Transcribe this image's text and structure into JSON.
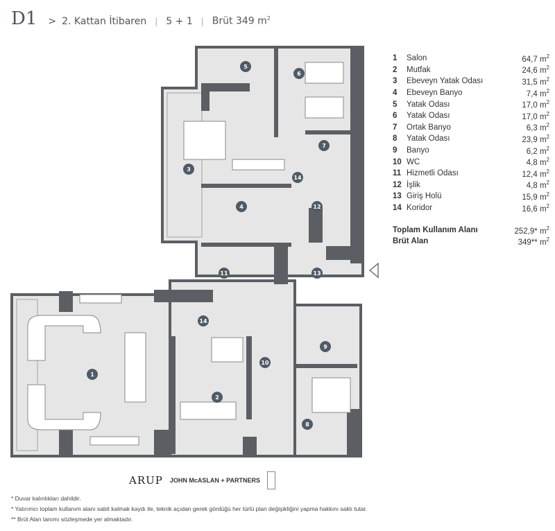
{
  "header": {
    "unit": "D1",
    "chevron": ">",
    "floor": "2. Kattan İtibaren",
    "rooms": "5 + 1",
    "gross": "Brüt 349 m",
    "gross_sup": "2",
    "sep": "|"
  },
  "legend": {
    "rows": [
      {
        "n": "1",
        "label": "Salon",
        "value": "64,7 m"
      },
      {
        "n": "2",
        "label": "Mutfak",
        "value": "24,6 m"
      },
      {
        "n": "3",
        "label": "Ebeveyn Yatak Odası",
        "value": "31,5 m"
      },
      {
        "n": "4",
        "label": "Ebeveyn Banyo",
        "value": "7,4 m"
      },
      {
        "n": "5",
        "label": "Yatak Odası",
        "value": "17,0 m"
      },
      {
        "n": "6",
        "label": "Yatak Odası",
        "value": "17,0 m"
      },
      {
        "n": "7",
        "label": "Ortak Banyo",
        "value": "6,3 m"
      },
      {
        "n": "8",
        "label": "Yatak Odası",
        "value": "23,9 m"
      },
      {
        "n": "9",
        "label": "Banyo",
        "value": "6,2 m"
      },
      {
        "n": "10",
        "label": "WC",
        "value": "4,8 m"
      },
      {
        "n": "11",
        "label": "Hizmetli Odası",
        "value": "12,4 m"
      },
      {
        "n": "12",
        "label": "İşlik",
        "value": "4,8 m"
      },
      {
        "n": "13",
        "label": "Giriş Holü",
        "value": "15,9 m"
      },
      {
        "n": "14",
        "label": "Koridor",
        "value": "16,6 m"
      }
    ],
    "unit_sup": "2",
    "total_label": "Toplam Kullanım Alanı",
    "total_value": "252,9* m",
    "gross_label": "Brüt Alan",
    "gross_value": "349** m"
  },
  "plan_labels": [
    "1",
    "2",
    "3",
    "4",
    "5",
    "6",
    "7",
    "8",
    "9",
    "10",
    "11",
    "12",
    "13",
    "14",
    "14"
  ],
  "colors": {
    "floor": "#e6e6e6",
    "wall": "#5b5f63",
    "label": "#4f5b66",
    "balcony": "#d9d9d9"
  },
  "logos": {
    "arup": "ARUP",
    "jmp": "JOHN McASLAN + PARTNERS"
  },
  "notes": [
    "* Duvar kalınlıkları dahildir.",
    "* Yatırımcı toplam kullanım alanı sabit kalmak kaydı ile, teknik açıdan gerek gördüğü her türlü plan değişikliğini yapma hakkını saklı tutar.",
    "** Brüt Alan tanımı sözleşmede yer almaktadır."
  ]
}
